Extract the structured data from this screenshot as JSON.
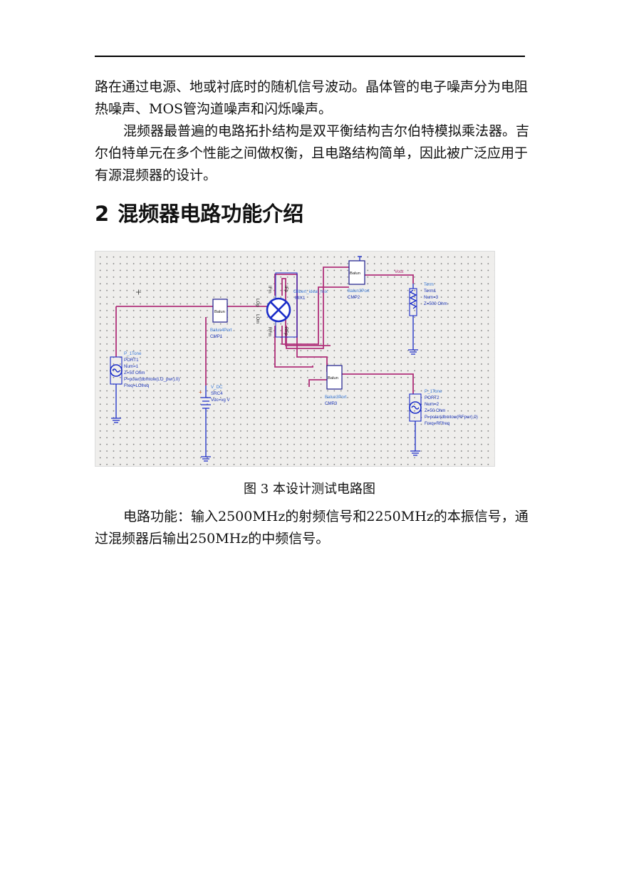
{
  "paragraphs": {
    "p1": "路在通过电源、地或衬底时的随机信号波动。晶体管的电子噪声分为电阻热噪声、MOS管沟道噪声和闪烁噪声。",
    "p2": "混频器最普遍的电路拓扑结构是双平衡结构吉尔伯特模拟乘法器。吉尔伯特单元在多个性能之间做权衡，且电路结构简单，因此被广泛应用于有源混频器的设计。",
    "p3": "电路功能：输入2500MHz的射频信号和2250MHz的本振信号，通过混频器后输出250MHz的中频信号。"
  },
  "section": {
    "number": "2",
    "title": "混频器电路功能介绍"
  },
  "figure": {
    "caption": "图 3  本设计测试电路图",
    "components": {
      "balun_cmp1": {
        "name": "Balun4Port",
        "id": "CMP1",
        "inner": "Balun"
      },
      "balun_cmp2": {
        "name": "Balun3Port",
        "id": "CMP2",
        "inner": "Balun"
      },
      "balun_cmp3": {
        "name": "Balun3Port",
        "id": "CMP3",
        "inner": "Balun"
      },
      "mixer": {
        "name": "Gilbert_ideal_mix",
        "id": "MIX1",
        "pins": [
          "LOp",
          "LOm",
          "IFm",
          "IFp",
          "RFp",
          "RFm"
        ]
      },
      "term": {
        "type": "Term",
        "id": "Term1",
        "num": "Num=3",
        "z": "Z=500 Ohm"
      },
      "port1": {
        "type": "P_1Tone",
        "id": "PORT1",
        "num": "Num=1",
        "z": "Z=50 Ohm",
        "p": "P=polar(dbmtow(LO_pwr),0)",
        "freq": "Freq=LOfreq"
      },
      "port2": {
        "type": "P_1Tone",
        "id": "PORT2",
        "num": "Num=2",
        "z": "Z=50 Ohm",
        "p": "P=polar(dbmtow(RFpwr),0)",
        "freq": "Freq=RFfreq"
      },
      "vdc": {
        "type": "V_DC",
        "id": "SRC4",
        "value": "Vdc=vg V"
      },
      "vout": "Vout"
    }
  }
}
